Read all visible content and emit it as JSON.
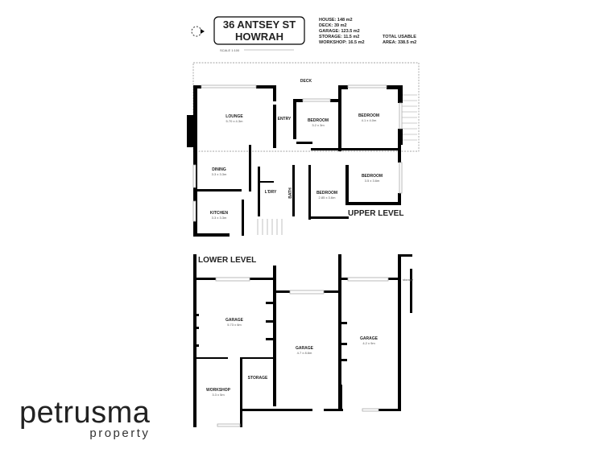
{
  "title": {
    "line1": "36 ANTSEY ST",
    "line2": "HOWRAH"
  },
  "areas": {
    "house": "HOUSE: 148 m2",
    "deck": "DECK: 39 m2",
    "garage": "GARAGE: 123.5 m2",
    "storage": "STORAGE: 11.5 m2",
    "workshop": "WORKSHOP: 16.5 m2",
    "total_line1": "TOTAL USABLE",
    "total_line2": "AREA: 338.5 m2"
  },
  "scale": "SCALE 1:100",
  "upper": {
    "level_label": "UPPER LEVEL",
    "deck": "DECK",
    "entry": "ENTRY",
    "lounge": {
      "name": "LOUNGE",
      "dim": "5.70 x 4.3m"
    },
    "dining": {
      "name": "DINING",
      "dim": "3.3 x 3.3m"
    },
    "kitchen": {
      "name": "KITCHEN",
      "dim": "3.3 x 3.3m"
    },
    "laundry": "L'DRY",
    "bath": "BATH",
    "bedroom1": {
      "name": "BEDROOM",
      "dim": "3.2 x 3m"
    },
    "bedroom2": {
      "name": "BEDROOM",
      "dim": "4.1 x 4.0m"
    },
    "bedroom3": {
      "name": "BEDROOM",
      "dim": "3.5 x 3.6m"
    },
    "bedroom4": {
      "name": "BEDROOM",
      "dim": "2.85 x 3.6m"
    }
  },
  "lower": {
    "level_label": "LOWER LEVEL",
    "garage1": {
      "name": "GARAGE",
      "dim": "5.73 x 6m"
    },
    "garage2": {
      "name": "GARAGE",
      "dim": "4.7 x 8.6m"
    },
    "garage3": {
      "name": "GARAGE",
      "dim": "4.2 x 9m"
    },
    "storage": "STORAGE",
    "storage_small": "storage",
    "workshop": {
      "name": "WORKSHOP",
      "dim": "3.3 x 5m"
    }
  },
  "logo": {
    "name": "petrusma",
    "sub": "property"
  }
}
